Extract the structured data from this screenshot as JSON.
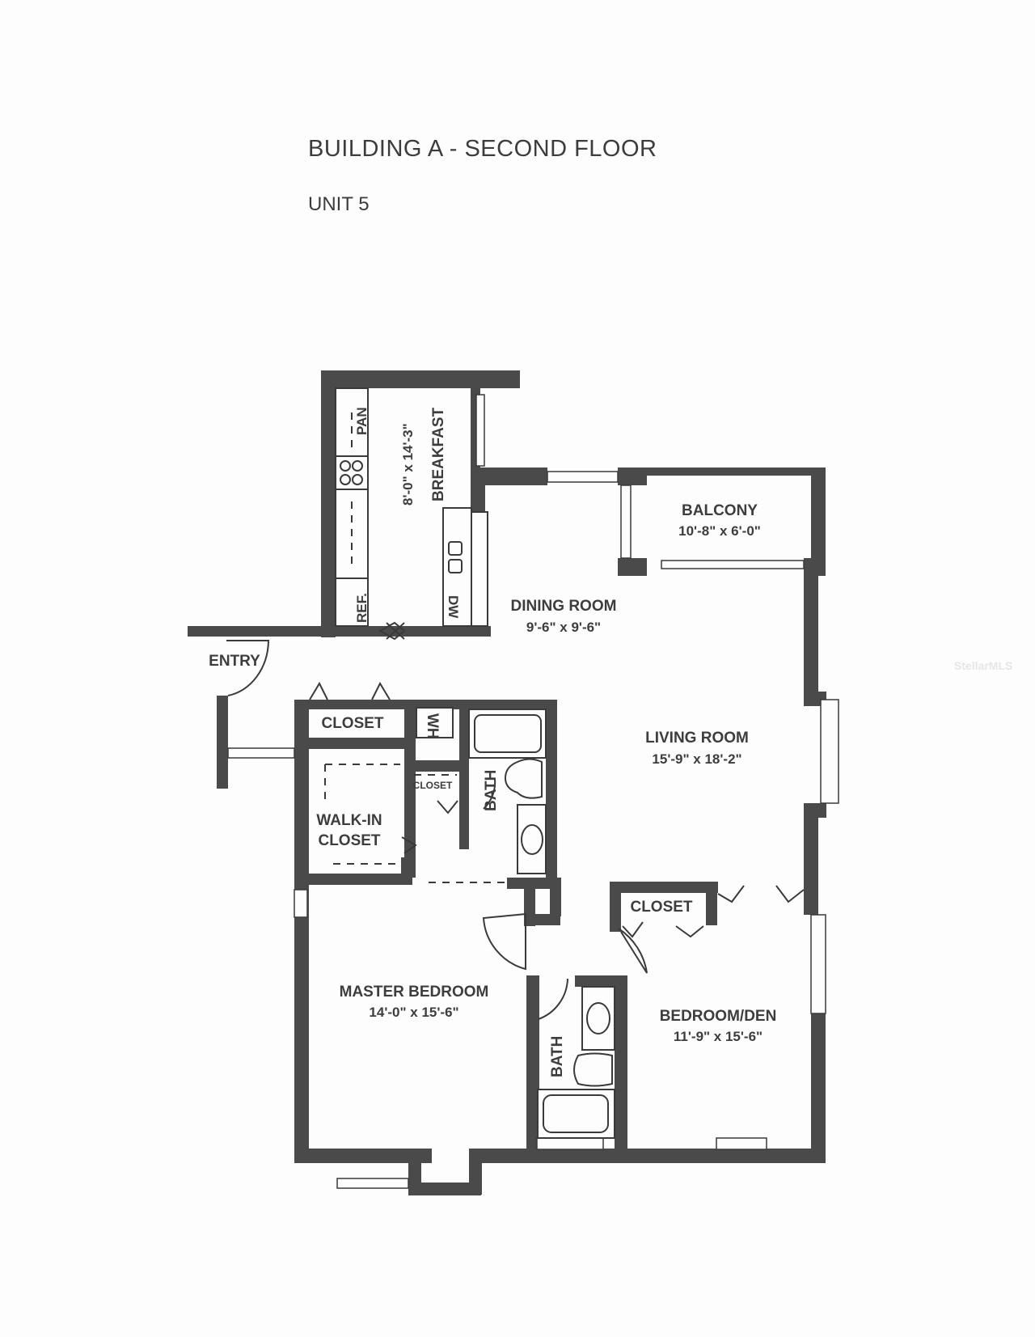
{
  "header": {
    "title": "BUILDING A - SECOND FLOOR",
    "subtitle": "UNIT 5"
  },
  "watermark": "StellarMLS",
  "rooms": {
    "breakfast": {
      "name": "BREAKFAST",
      "dimensions": "8'-0\" x 14'-3\""
    },
    "balcony": {
      "name": "BALCONY",
      "dimensions": "10'-8\" x 6'-0\""
    },
    "dining_room": {
      "name": "DINING ROOM",
      "dimensions": "9'-6\" x 9'-6\""
    },
    "living_room": {
      "name": "LIVING ROOM",
      "dimensions": "15'-9\" x 18'-2\""
    },
    "master_bedroom": {
      "name": "MASTER BEDROOM",
      "dimensions": "14'-0\" x 15'-6\""
    },
    "bedroom_den": {
      "name": "BEDROOM/DEN",
      "dimensions": "11'-9\" x 15'-6\""
    },
    "walk_in_closet": {
      "line1": "WALK-IN",
      "line2": "CLOSET"
    }
  },
  "labels": {
    "entry": "ENTRY",
    "pantry": "PAN",
    "refrigerator": "REF.",
    "dishwasher": "DW",
    "water_heater": "WH",
    "hall_closet": "CLOSET",
    "bath_closet": "CLOSET",
    "living_closet": "CLOSET",
    "bath_1": "BATH",
    "bath_2": "BATH"
  }
}
